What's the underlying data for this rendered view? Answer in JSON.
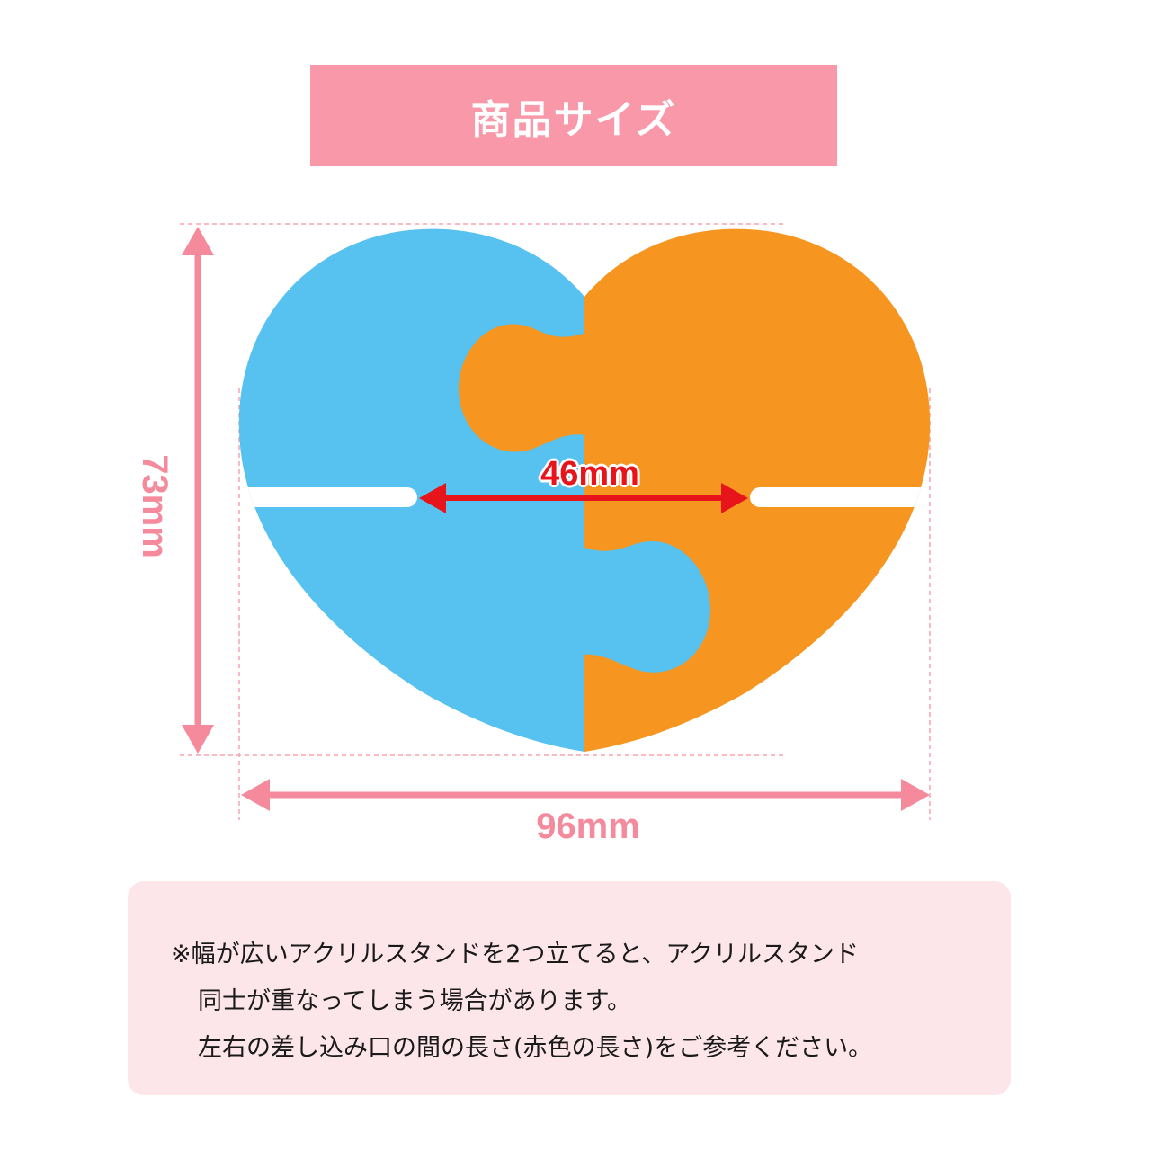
{
  "title": "商品サイズ",
  "dimensions": {
    "height_label": "73mm",
    "width_label": "96mm",
    "slot_gap_label": "46mm"
  },
  "colors": {
    "banner": "#f898a8",
    "dimension_pink": "#f48a9c",
    "slot_gap_red": "#e8141c",
    "puzzle_blue": "#57c1ef",
    "puzzle_orange": "#f6951f",
    "note_background": "#fde6ea"
  },
  "note": {
    "lines": [
      "※幅が広いアクリルスタンドを2つ立てると、アクリルスタンド",
      "同士が重なってしまう場合があります。",
      "左右の差し込み口の間の長さ(赤色の長さ)をご参考ください。"
    ]
  }
}
